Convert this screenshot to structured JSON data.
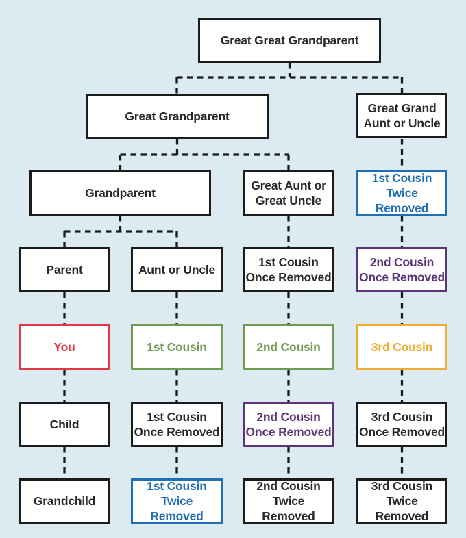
{
  "title": "Cousin relationship family tree chart",
  "colors": {
    "background": "#dcebf2",
    "black": "#1b1b1b",
    "textdark": "#29292b",
    "blue": "#1f6fb2",
    "purple": "#5d3478",
    "red": "#e23744",
    "green": "#6f9d50",
    "gold": "#f0ad2f"
  },
  "nodes": [
    {
      "id": "great-great-grandparent",
      "label": "Great Great Grandparent",
      "variant": "black"
    },
    {
      "id": "great-grandparent",
      "label": "Great Grandparent",
      "variant": "black"
    },
    {
      "id": "great-grand-aunt-or-uncle",
      "label": "Great Grand\nAunt or Uncle",
      "variant": "black"
    },
    {
      "id": "grandparent",
      "label": "Grandparent",
      "variant": "black"
    },
    {
      "id": "great-aunt-or-great-uncle",
      "label": "Great Aunt or\nGreat Uncle",
      "variant": "black"
    },
    {
      "id": "first-cousin-twice-removed-up",
      "label": "1st Cousin\nTwice Removed",
      "variant": "blue"
    },
    {
      "id": "parent",
      "label": "Parent",
      "variant": "black"
    },
    {
      "id": "aunt-or-uncle",
      "label": "Aunt or Uncle",
      "variant": "black"
    },
    {
      "id": "first-cousin-once-removed-up",
      "label": "1st Cousin\nOnce Removed",
      "variant": "black"
    },
    {
      "id": "second-cousin-once-removed-up",
      "label": "2nd Cousin\nOnce Removed",
      "variant": "purple"
    },
    {
      "id": "you",
      "label": "You",
      "variant": "red"
    },
    {
      "id": "first-cousin",
      "label": "1st Cousin",
      "variant": "green"
    },
    {
      "id": "second-cousin",
      "label": "2nd Cousin",
      "variant": "green"
    },
    {
      "id": "third-cousin",
      "label": "3rd Cousin",
      "variant": "gold"
    },
    {
      "id": "child",
      "label": "Child",
      "variant": "black"
    },
    {
      "id": "first-cousin-once-removed-down",
      "label": "1st Cousin\nOnce Removed",
      "variant": "black"
    },
    {
      "id": "second-cousin-once-removed-down",
      "label": "2nd Cousin\nOnce Removed",
      "variant": "purple"
    },
    {
      "id": "third-cousin-once-removed",
      "label": "3rd Cousin\nOnce Removed",
      "variant": "black"
    },
    {
      "id": "grandchild",
      "label": "Grandchild",
      "variant": "black"
    },
    {
      "id": "first-cousin-twice-removed-down",
      "label": "1st Cousin\nTwice Removed",
      "variant": "blue"
    },
    {
      "id": "second-cousin-twice-removed",
      "label": "2nd Cousin\nTwice Removed",
      "variant": "black"
    },
    {
      "id": "third-cousin-twice-removed",
      "label": "3rd Cousin\nTwice Removed",
      "variant": "black"
    }
  ]
}
